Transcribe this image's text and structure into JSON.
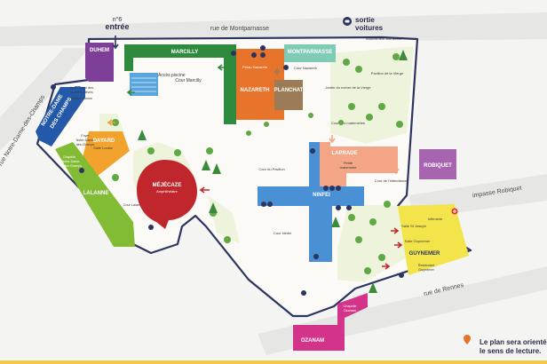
{
  "streets": {
    "top": "rue de Montparnasse",
    "left": "rue Notre-Dame-des-Champs",
    "right": "impasse Robiquet",
    "bottom": "rue de Rennes"
  },
  "entrance": {
    "number": "n°6",
    "label": "entrée"
  },
  "exit": {
    "label_line1": "sortie",
    "label_line2": "voitures"
  },
  "buildings": {
    "duhem": "DUHEM",
    "marcilly": "MARCILLY",
    "montparnasse": "MONTPARNASSE",
    "nazareth": "NAZARETH",
    "planchat": "PLANCHAT",
    "notre_dame_line1": "NOTRE-DAME",
    "notre_dame_line2": "DES CHAMPS",
    "dayard": "DAYARD",
    "lalanne": "LALANNE",
    "mejecaze": "MÉJÉCAZE",
    "laprade": "LAPRADE",
    "robiquet": "ROBIQUET",
    "ninfei": "NINFEI",
    "guynemer": "GUYNEMER",
    "ozanam": "OZANAM"
  },
  "labels": {
    "acces_piscine": "Accès piscine",
    "cour_marcilly": "Cour Marcilly",
    "preau_nazareth": "Préau Nazareth",
    "cour_nazareth": "Cour Nazareth",
    "mouvement": "Mouvement aux ainés",
    "pavillon_vierge": "Pavillon de la Vierge",
    "jardin_rocher": "Jardin du rocher de la Vierge",
    "cour_maternelles": "Cour des maternelles",
    "association_line1": "Association des",
    "association_line2": "anciens élèves",
    "salles_reunion": "Salles réunion",
    "salle_louise": "Salle Louise",
    "foyer_line1": "Foyer",
    "foyer_line2": "Notre-Dame-",
    "foyer_line3": "des-Champs",
    "chapelle_line1": "Chapelle",
    "chapelle_line2": "Notre-Dame-",
    "chapelle_line3": "des-Champs",
    "mejecaze_sub": "Amphithéâtre",
    "cour_lalanne": "Cour Lalanne",
    "cour_pavillon": "Cour du Pavillon",
    "petite_maternelle_line1": "Petite",
    "petite_maternelle_line2": "maternelle",
    "cour_maternelle": "Cour de l'intendance",
    "cour_ninfei": "Cour Ninfei",
    "infirmerie": "Infirmerie",
    "salle_st_joseph": "Salle St Joseph",
    "salle_guynemer": "Salle Guynemer",
    "restaurant_line1": "Restaurant",
    "restaurant_line2": "Guynemer",
    "chapelle_ozanam_line1": "Chapelle",
    "chapelle_ozanam_line2": "Ozanam"
  },
  "orientation_note": {
    "line1": "Le plan sera orienté s",
    "line2": "le sens de lecture."
  },
  "colors": {
    "marcilly": "#2e8b3d",
    "montparnasse": "#7fcbb5",
    "nazareth": "#e8742c",
    "planchat": "#9b7c56",
    "duhem": "#7d3f98",
    "notre_dame": "#2458a8",
    "dayard": "#f2a32e",
    "lalanne": "#82bb34",
    "mejecaze": "#c0272d",
    "laprade": "#f3a585",
    "ninfei": "#4a90d4",
    "robiquet": "#a765b0",
    "guynemer": "#f2e44a",
    "ozanam": "#d4338a",
    "outline": "#2c3460",
    "street": "#e6e6e4"
  }
}
